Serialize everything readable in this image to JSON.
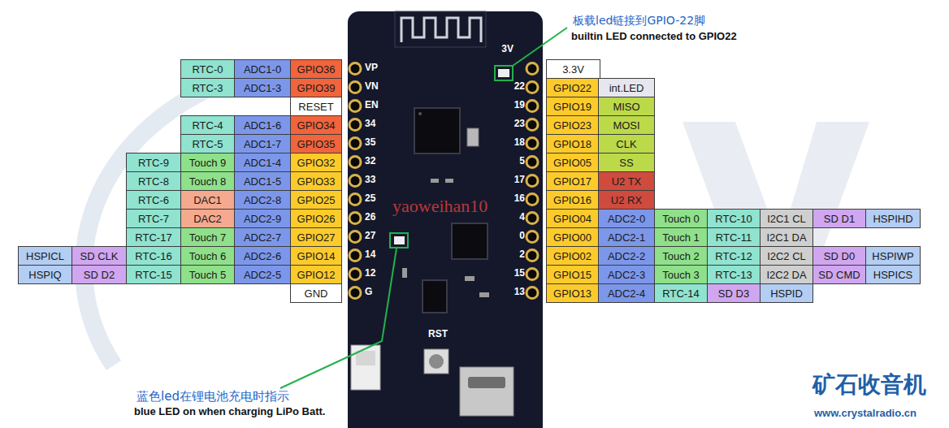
{
  "diagram": {
    "labels": [
      "RTC-0",
      "ADC1-0",
      "GPIO36",
      "RTC-3",
      "ADC1-3",
      "GPIO39",
      "RESET",
      "RTC-4",
      "ADC1-6",
      "GPIO34",
      "RTC-5",
      "ADC1-7",
      "GPIO35",
      "RTC-9",
      "Touch 9",
      "ADC1-4",
      "GPIO32",
      "RTC-8",
      "Touch 8",
      "ADC1-5",
      "GPIO33",
      "RTC-6",
      "DAC1",
      "ADC2-8",
      "GPIO25",
      "RTC-7",
      "DAC2",
      "ADC2-9",
      "GPIO26",
      "RTC-17",
      "Touch 7",
      "ADC2-7",
      "GPIO27",
      "HSPICL",
      "SD CLK",
      "RTC-16",
      "Touch 6",
      "ADC2-6",
      "GPIO14",
      "HSPIQ",
      "SD D2",
      "RTC-15",
      "Touch 5",
      "ADC2-5",
      "GPIO12",
      "GND",
      "3.3V",
      "GPIO22",
      "int.LED",
      "GPIO19",
      "MISO",
      "GPIO23",
      "MOSI",
      "GPIO18",
      "CLK",
      "GPIO05",
      "SS",
      "GPIO17",
      "U2 TX",
      "GPIO16",
      "U2 RX",
      "GPIO04",
      "ADC2-0",
      "Touch 0",
      "RTC-10",
      "I2C1 CL",
      "SD D1",
      "HSPIHD",
      "GPIO00",
      "ADC2-1",
      "Touch 1",
      "RTC-11",
      "I2C1 DA",
      "GPIO02",
      "ADC2-2",
      "Touch 2",
      "RTC-12",
      "I2C2 CL",
      "SD D0",
      "HSPIWP",
      "GPIO15",
      "ADC2-3",
      "Touch 3",
      "RTC-13",
      "I2C2 DA",
      "SD CMD",
      "HSPICS",
      "GPIO13",
      "ADC2-4",
      "RTC-14",
      "SD D3",
      "HSPID",
      "VP",
      "VN",
      "EN",
      "34",
      "35",
      "32",
      "33",
      "25",
      "26",
      "27",
      "14",
      "12",
      "G",
      "3V",
      "22",
      "19",
      "23",
      "18",
      "5",
      "17",
      "16",
      "4",
      "0",
      "2",
      "15",
      "13",
      "RST",
      "板载led链接到GPIO-22脚",
      "builtin LED connected to GPIO22",
      "蓝色led在锂电池充电时指示",
      "blue LED on when charging LiPo Batt.",
      "yaoweihan10",
      "矿石收音机",
      "www.crystalradio.cn"
    ]
  }
}
